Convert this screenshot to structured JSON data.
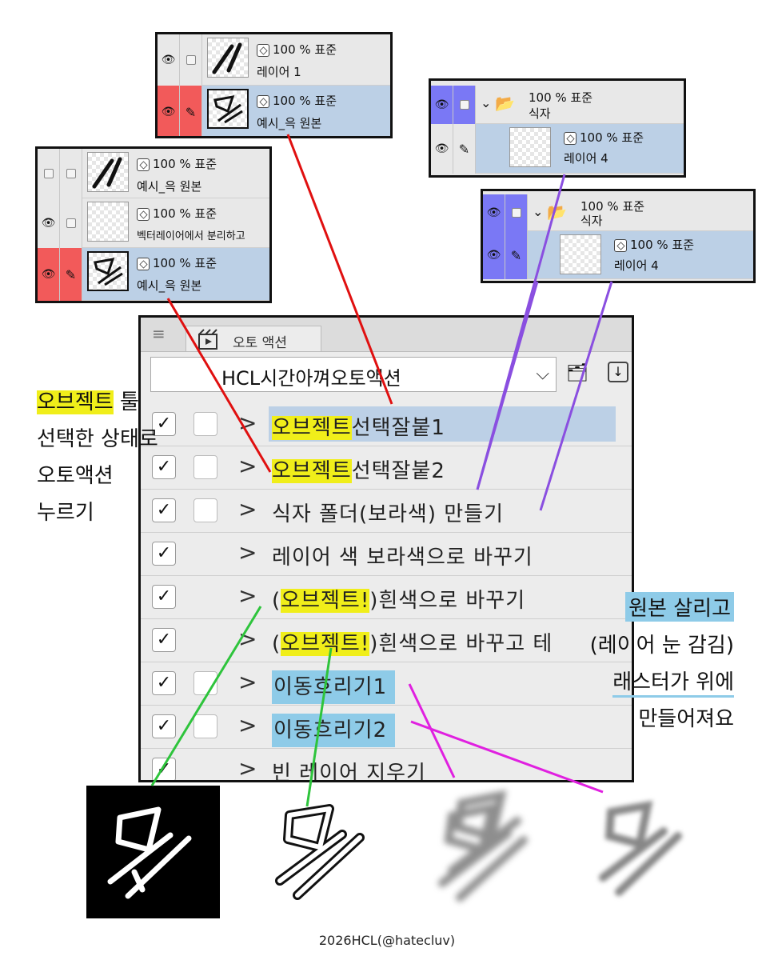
{
  "panel_a": {
    "rows": [
      {
        "mode": "100 % 표준",
        "name": "레이어 1"
      },
      {
        "mode": "100 % 표준",
        "name": "예시_윽 원본"
      }
    ]
  },
  "panel_b": {
    "rows": [
      {
        "mode": "100 % 표준",
        "name": "예시_윽 원본"
      },
      {
        "mode": "100 % 표준",
        "name": "벡터레이어에서 분리하고"
      },
      {
        "mode": "100 % 표준",
        "name": "예시_윽 원본"
      }
    ]
  },
  "panel_c": {
    "folder_mode": "100 % 표준",
    "folder_name": "식자",
    "layer_mode": "100 % 표준",
    "layer_name": "레이어 4"
  },
  "panel_d": {
    "folder_mode": "100 % 표준",
    "folder_name": "식자",
    "layer_mode": "100 % 표준",
    "layer_name": "레이어 4"
  },
  "auto_action": {
    "tab_label": "오토 액션",
    "set_name": "HCL시간아껴오토액션",
    "actions": [
      {
        "pre": "",
        "hl": "오브젝트",
        "post": "선택잘붙1"
      },
      {
        "pre": "",
        "hl": "오브젝트",
        "post": "선택잘붙2"
      },
      {
        "pre": "식자 폴더(보라색) 만들기",
        "hl": "",
        "post": ""
      },
      {
        "pre": "레이어 색 보라색으로 바꾸기",
        "hl": "",
        "post": ""
      },
      {
        "pre": "(",
        "hl": "오브젝트!",
        "post": ")흰색으로 바꾸기"
      },
      {
        "pre": "(",
        "hl": "오브젝트!",
        "post": ")흰색으로 바꾸고 테"
      },
      {
        "pre": "이동흐리기1",
        "hl": "",
        "post": ""
      },
      {
        "pre": "이동흐리기2",
        "hl": "",
        "post": ""
      },
      {
        "pre": "빈 레이어 지우기",
        "hl": "",
        "post": ""
      }
    ]
  },
  "note_left": {
    "hl": "오브젝트",
    "line1_rest": " 툴",
    "line2": "선택한 상태로",
    "line3": "오토액션",
    "line4": "누르기"
  },
  "note_right": {
    "line1": "원본 살리고",
    "line2": "(레이어 눈 감김)",
    "line3": "래스터가 위에",
    "line4": "만들어져요"
  },
  "credit": "2026HCL(@hatecluv)",
  "colors": {
    "highlight_yellow": "#f0ee1a",
    "highlight_blue": "#8ecbe8",
    "selected_row": "#bcd0e6",
    "red_line": "#e01010",
    "purple_line": "#8a4fe0",
    "green_line": "#2ec43c",
    "magenta_line": "#e020e0",
    "red_cell": "#f25a5a",
    "purple_cell": "#7a78f5"
  }
}
